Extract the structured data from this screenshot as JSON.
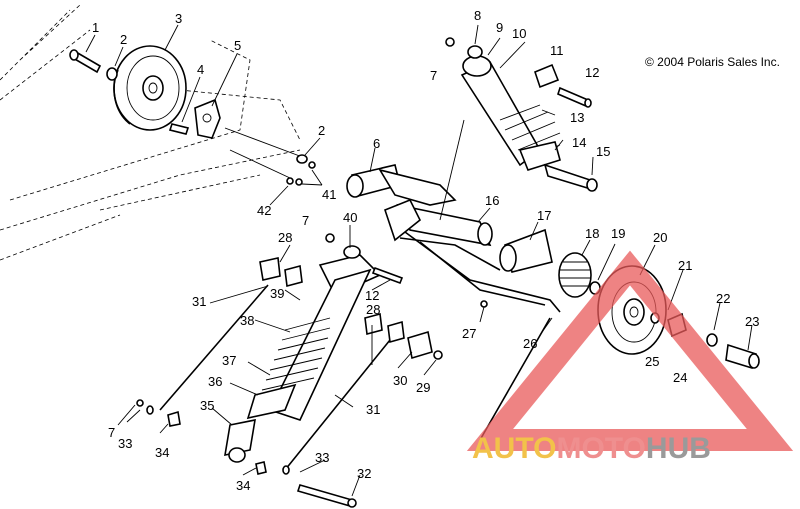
{
  "copyright": "© 2004 Polaris Sales Inc.",
  "watermark": {
    "auto": "AUTO",
    "moto": "MOTO",
    "hub": "HUB"
  },
  "colors": {
    "watermark_triangle": "#e85a5a",
    "watermark_auto": "#f2c24a",
    "watermark_moto": "#ef8f8f",
    "watermark_hub": "#9a9a9a"
  },
  "labels": {
    "l1": "1",
    "l2a": "2",
    "l2b": "2",
    "l3": "3",
    "l4": "4",
    "l5": "5",
    "l6": "6",
    "l7a": "7",
    "l7b": "7",
    "l7c": "7",
    "l8": "8",
    "l9": "9",
    "l10": "10",
    "l11": "11",
    "l12a": "12",
    "l12b": "12",
    "l13": "13",
    "l14": "14",
    "l15": "15",
    "l16": "16",
    "l17": "17",
    "l18": "18",
    "l19": "19",
    "l20": "20",
    "l21": "21",
    "l22": "22",
    "l23": "23",
    "l24": "24",
    "l25": "25",
    "l26": "26",
    "l27": "27",
    "l28a": "28",
    "l28b": "28",
    "l29": "29",
    "l30": "30",
    "l31a": "31",
    "l31b": "31",
    "l32": "32",
    "l33a": "33",
    "l33b": "33",
    "l34a": "34",
    "l34b": "34",
    "l35": "35",
    "l36": "36",
    "l37": "37",
    "l38": "38",
    "l39": "39",
    "l40": "40",
    "l41": "41",
    "l42": "42"
  }
}
